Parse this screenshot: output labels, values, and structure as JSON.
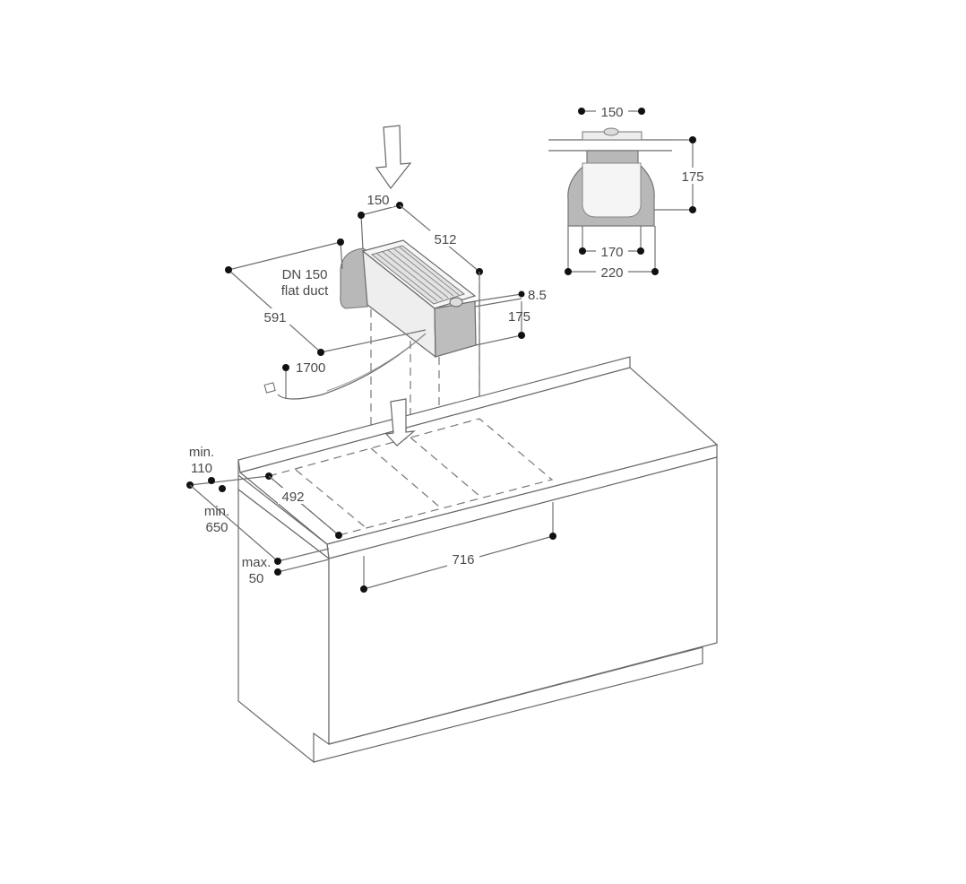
{
  "dimensions": {
    "section_top_width": "150",
    "section_height": "175",
    "section_inner_width": "170",
    "section_outer_width": "220",
    "unit_width": "150",
    "unit_length": "512",
    "duct_label_line1": "DN 150",
    "duct_label_line2": "flat duct",
    "unit_depth": "591",
    "cable_length": "1700",
    "rim_thickness": "8.5",
    "unit_height": "175",
    "min_label_a": "min.",
    "min_rear_distance": "110",
    "min_label_b": "min.",
    "min_worktop_depth": "650",
    "max_label": "max.",
    "max_worktop_thickness": "50",
    "cutout_depth": "492",
    "cutout_width": "716"
  },
  "colors": {
    "line": "#707070",
    "dot": "#111111",
    "duct_fill": "#b8b8b8",
    "text": "#4a4a4a"
  }
}
